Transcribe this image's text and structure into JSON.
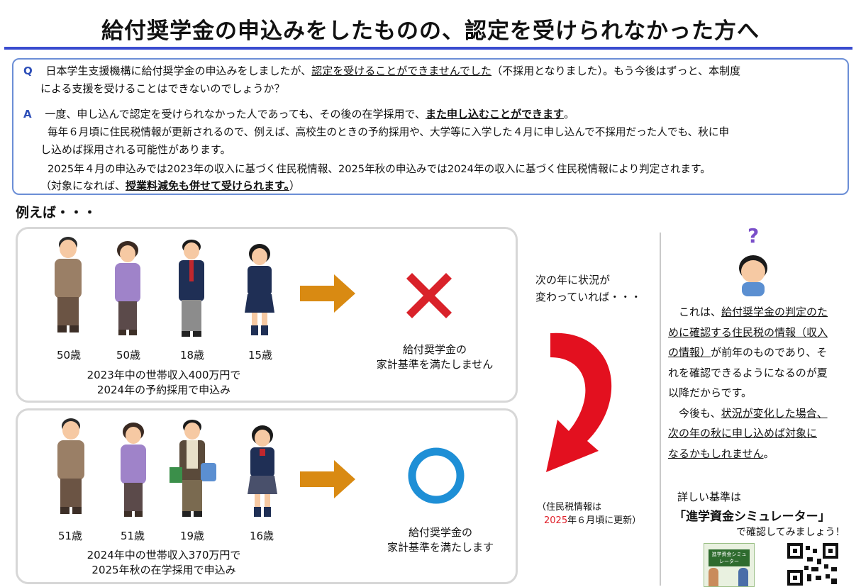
{
  "title": "給付奨学金の申込みをしたものの、認定を受けられなかった方へ",
  "qa": {
    "q_label": "Q",
    "q_text_1": "日本学生支援機構に給付奨学金の申込みをしましたが、",
    "q_text_1_emph": "認定を受けることができませんでした",
    "q_text_1_tail": "（不採用となりました）。もう今後はずっと、本制度",
    "q_text_2": "による支援を受けることはできないのでしょうか？",
    "a_label": "A",
    "a_text_1": "一度、申し込んで認定を受けられなかった人であっても、その後の在学採用で、",
    "a_text_1_emph": "また申し込むことができます",
    "a_text_1_tail": "。",
    "a_text_2": "毎年６月頃に住民税情報が更新されるので、例えば、高校生のときの予約採用や、大学等に入学した４月に申し込んで不採用だった人でも、秋に申",
    "a_text_3": "し込めば採用される可能性があります。",
    "a_text_4": "2025年４月の申込みでは2023年の収入に基づく住民税情報、2025年秋の申込みでは2024年の収入に基づく住民税情報により判定されます。",
    "a_text_5_pre": "（対象になれば、",
    "a_text_5_emph": "授業料減免も併せて受けられます。",
    "a_text_5_tail": "）"
  },
  "example_heading": "例えば・・・",
  "case1": {
    "ages": [
      "50歳",
      "50歳",
      "18歳",
      "15歳"
    ],
    "caption_1": "2023年中の世帯収入400万円で",
    "caption_2": "2024年の予約採用で申込み",
    "result_1": "給付奨学金の",
    "result_2": "家計基準を満たしません"
  },
  "case2": {
    "ages": [
      "51歳",
      "51歳",
      "19歳",
      "16歳"
    ],
    "caption_1": "2024年中の世帯収入370万円で",
    "caption_2": "2025年秋の在学採用で申込み",
    "result_1": "給付奨学金の",
    "result_2": "家計基準を満たします"
  },
  "middle": {
    "line_1": "次の年に状況が",
    "line_2": "変わっていれば・・・",
    "note_1": "（住民税情報は",
    "note_2_red": "2025",
    "note_2_tail": "年６月頃に更新）"
  },
  "side": {
    "p1_pre": "これは、",
    "p1_emph1": "給付奨学金の判定のた",
    "p1_emph2": "めに確認する住民税の情報（収入",
    "p1_emph3": "の情報）",
    "p1_mid": "が前年のものであり、そ",
    "p1_l4": "れを確認できるようになるのが夏",
    "p1_l5": "以降だからです。",
    "p2_pre": "今後も、",
    "p2_emph1": "状況が変化した場合、",
    "p2_emph2": "次の年の秋に申し込めば対象に",
    "p2_emph3": "なるかもしれません",
    "p2_tail": "。"
  },
  "simulator": {
    "line_1": "詳しい基準は",
    "line_2": "「進学資金シミュレーター」",
    "line_3": "で確認してみましょう！",
    "thumb_text": "進学資金シミュレーター"
  },
  "colors": {
    "accent_blue": "#3a4ccf",
    "arrow_orange": "#d98a12",
    "cross_red": "#d9222a",
    "circle_blue": "#1e8fd6",
    "curve_red": "#e3101f"
  }
}
